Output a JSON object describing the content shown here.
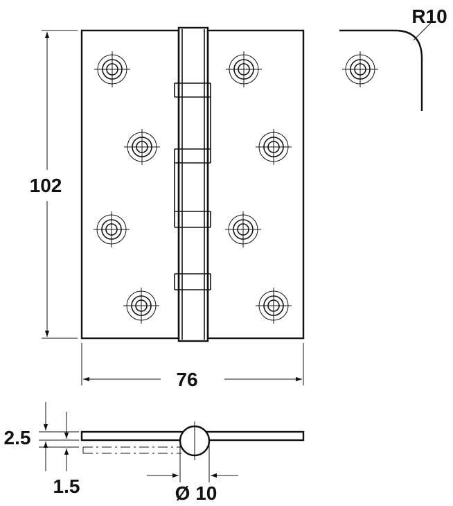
{
  "drawing": {
    "title": "",
    "dimensions": {
      "height": "102",
      "width": "76",
      "corner_radius": "R10",
      "leaf_thickness": "2.5",
      "gap": "1.5",
      "knuckle_diameter": "Ø 10"
    },
    "views": [
      "front-view",
      "corner-detail",
      "end-view"
    ]
  },
  "colors": {
    "line": "#111111",
    "background": "#ffffff"
  }
}
